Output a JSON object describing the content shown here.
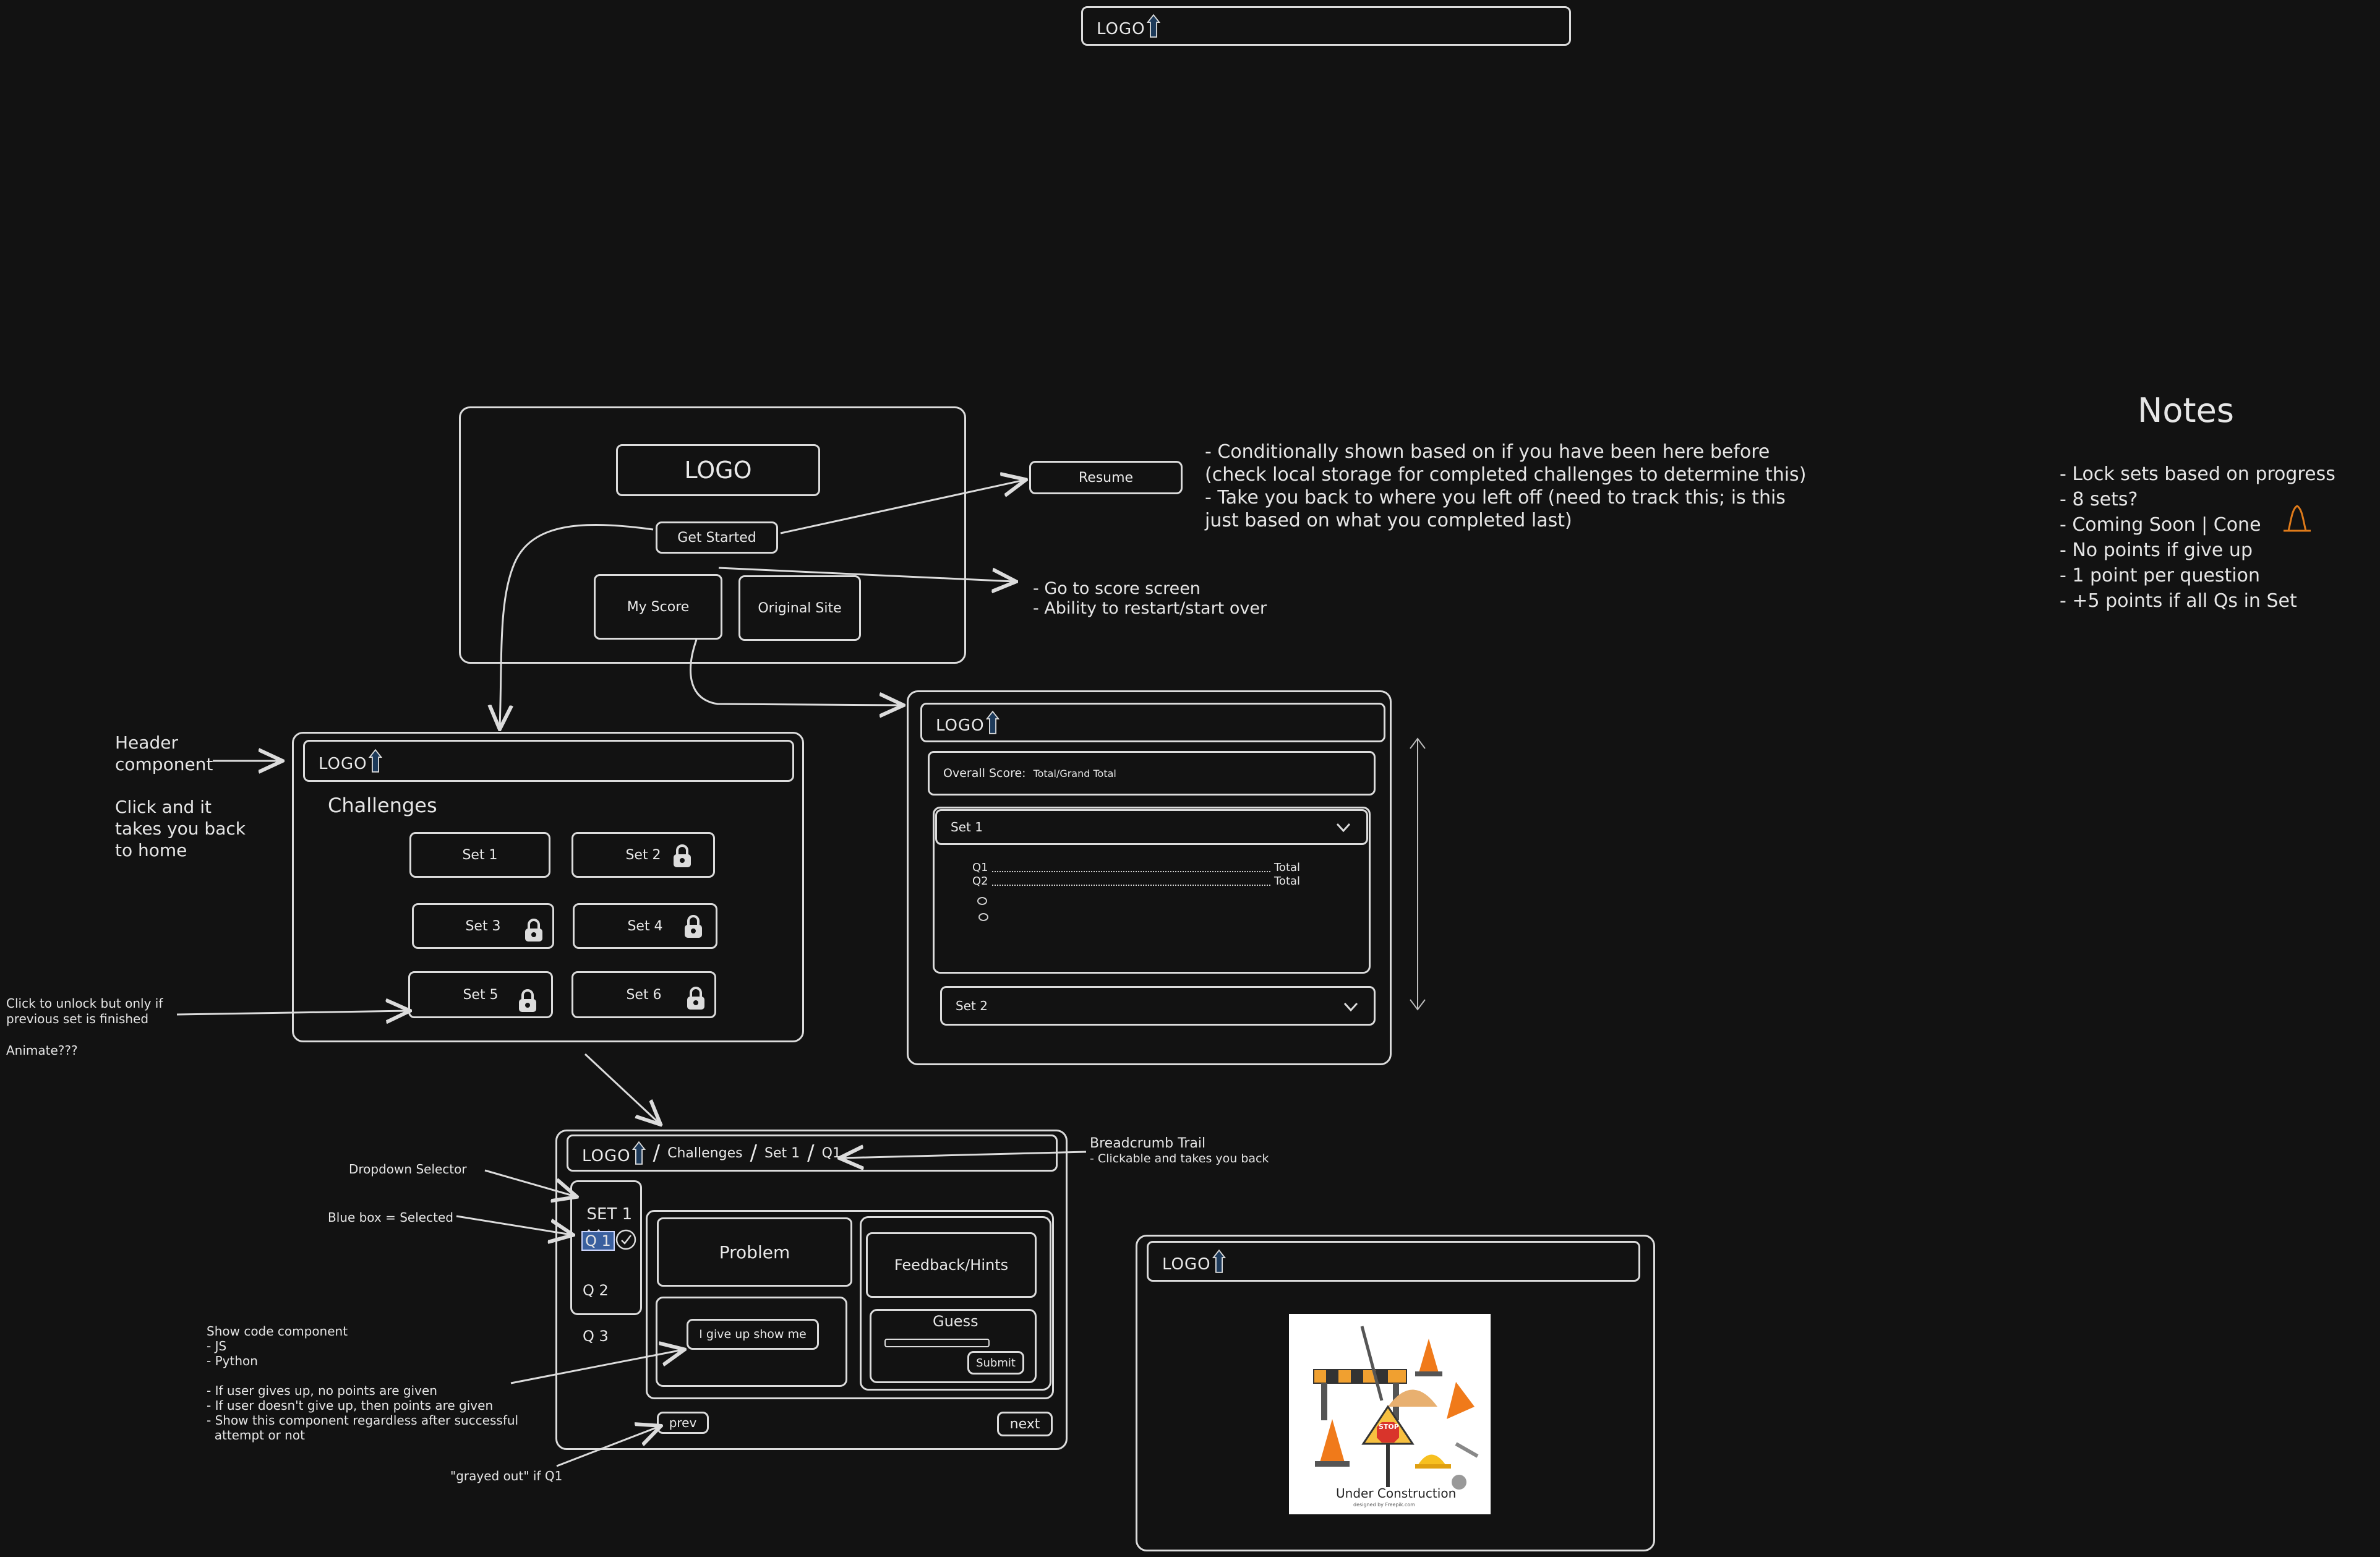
{
  "logo": "LOGO",
  "landing": {
    "logo": "LOGO",
    "get_started": "Get Started",
    "my_score": "My Score",
    "original_site": "Original Site",
    "resume": "Resume"
  },
  "resume_notes": [
    "- Conditionally shown based on if you have been here before",
    "(check local storage for completed challenges to determine this)",
    "- Take you back to where you left off (need to track this; is this",
    "just based on what you completed last)"
  ],
  "score_notes": [
    "- Go to score screen",
    "- Ability to restart/start over"
  ],
  "header_note": [
    "Header",
    "component"
  ],
  "home_note": [
    "Click and it",
    "takes you back",
    "to home"
  ],
  "unlock_note": [
    "Click to unlock but only if",
    "previous set is finished"
  ],
  "animate_note": "Animate???",
  "challenges": {
    "title": "Challenges",
    "sets": [
      "Set 1",
      "Set 2",
      "Set 3",
      "Set 4",
      "Set 5",
      "Set 6"
    ]
  },
  "score": {
    "overall_label": "Overall Score:",
    "overall_value": "Total/Grand Total",
    "set1": "Set 1",
    "rows": [
      {
        "q": "Q1",
        "v": "Total"
      },
      {
        "q": "Q2",
        "v": "Total"
      }
    ],
    "set2": "Set 2"
  },
  "question": {
    "crumb_challenges": "Challenges",
    "crumb_set": "Set 1",
    "crumb_q": "Q1",
    "selector": "SET 1",
    "q1": "Q 1",
    "q2": "Q 2",
    "q3": "Q 3",
    "problem": "Problem",
    "feedback": "Feedback/Hints",
    "give_up": "I give up show me",
    "guess": "Guess",
    "submit": "Submit",
    "prev": "prev",
    "next": "next"
  },
  "q_notes": {
    "dropdown": "Dropdown Selector",
    "blue_box": "Blue box = Selected",
    "breadcrumb": [
      "Breadcrumb Trail",
      "- Clickable and takes you back"
    ],
    "code": [
      "Show code component",
      "- JS",
      "- Python",
      "",
      "- If user gives up, no points are given",
      "- If user doesn't give up, then points are given",
      "- Show this component regardless after successful",
      "  attempt or not"
    ],
    "grayed": "\"grayed out\" if Q1"
  },
  "construction": {
    "stop": "STOP",
    "caption": "Under Construction",
    "credit": "designed by Freepik.com"
  },
  "notes": {
    "title": "Notes",
    "items": [
      "- Lock sets based on progress",
      "- 8 sets?",
      "- Coming Soon | Cone",
      "- No points if give up",
      "- 1 point per question",
      "- +5 points if all Qs in Set"
    ]
  },
  "colors": {
    "background": "#121212",
    "stroke": "#dcdcdc",
    "selected": "#3a5f9e",
    "cone": "#e07b1a"
  }
}
